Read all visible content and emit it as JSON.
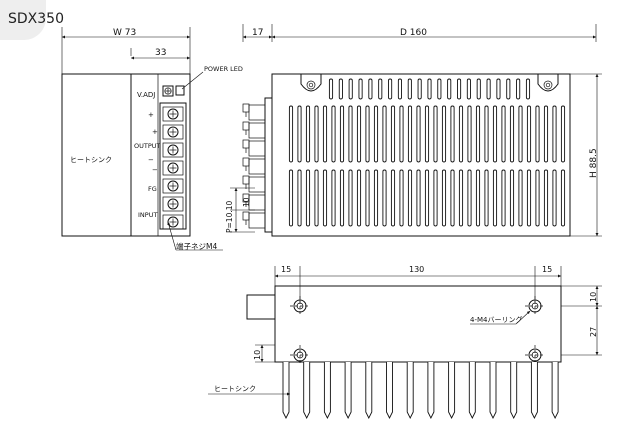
{
  "model": "SDX350",
  "front_view": {
    "width_dim": "W 73",
    "panel_dim": "33",
    "vadj": "V.ADJ",
    "power_led": "POWER LED",
    "output": "OUTPUT",
    "fg": "FG",
    "input": "INPUT",
    "heatsink": "ヒートシンク",
    "plus_sign": "+",
    "minus_sign": "−",
    "terminal_screw": "端子ネジM4",
    "pitch_label": "P=10.10",
    "pitch_value": "10"
  },
  "side_view": {
    "depth_dim": "D 160",
    "top_offset": "17",
    "height_dim": "H 88.5"
  },
  "bottom_view": {
    "left_offset": "15",
    "hole_pitch": "130",
    "right_offset": "15",
    "tap_label": "4-M4バーリング",
    "right_dim_top": "10",
    "right_dim_mid": "27",
    "left_dim": "10",
    "heatsink": "ヒートシンク"
  }
}
